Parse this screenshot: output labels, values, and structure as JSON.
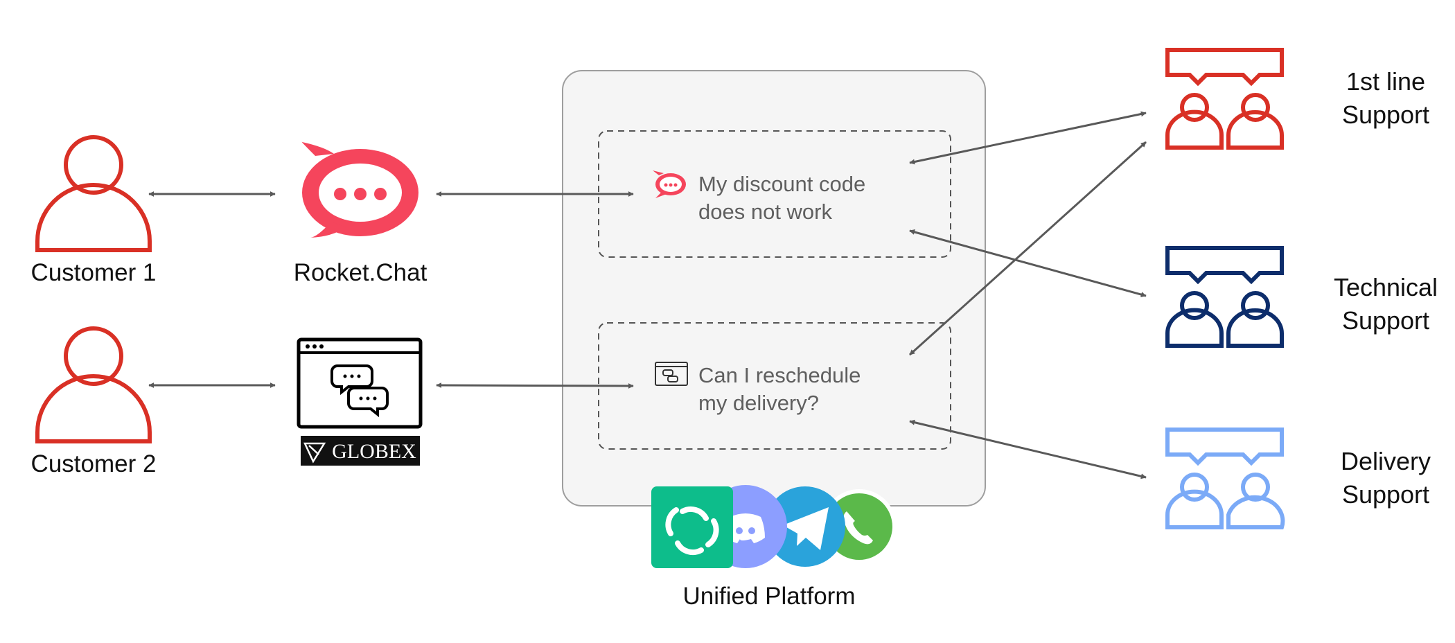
{
  "actors": {
    "customer_1": "Customer 1",
    "customer_2": "Customer 2"
  },
  "channels": {
    "rocketchat": "Rocket.Chat",
    "globex": "GLOBEX"
  },
  "platform": {
    "label": "Unified Platform",
    "messages": [
      {
        "line1": "My discount code",
        "line2": "does not work",
        "icon": "rocketchat-icon"
      },
      {
        "line1": "Can I reschedule",
        "line2": "my delivery?",
        "icon": "chat-widget-icon"
      }
    ],
    "integrations": [
      "element-icon",
      "discord-icon",
      "telegram-icon",
      "whatsapp-icon"
    ]
  },
  "teams": [
    {
      "line1": "1st line",
      "line2": "Support",
      "color": "#d93025"
    },
    {
      "line1": "Technical",
      "line2": "Support",
      "color": "#0d2d6b"
    },
    {
      "line1": "Delivery",
      "line2": "Support",
      "color": "#7baaf7"
    }
  ],
  "colors": {
    "customer": "#d93025",
    "rocketchat": "#f5455c",
    "arrow": "#595959",
    "element": "#0dbd8b",
    "discord": "#8c9eff",
    "telegram": "#2aa3db",
    "whatsapp": "#5bb94a"
  }
}
